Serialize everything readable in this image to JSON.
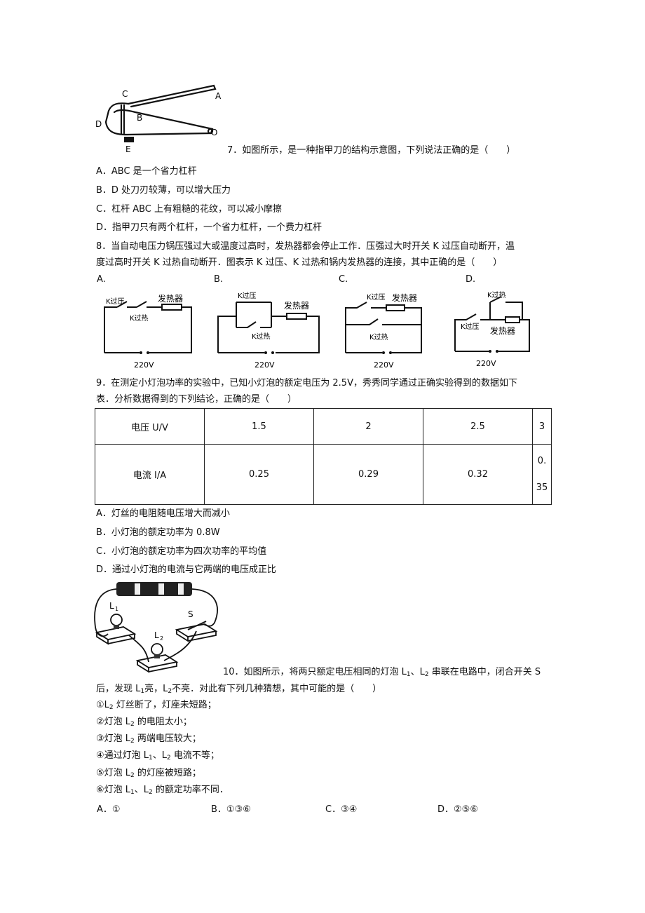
{
  "q7": {
    "figure_labels": {
      "a": "A",
      "b": "B",
      "c": "C",
      "d": "D",
      "e": "E",
      "o": "O"
    },
    "stem": "7．如图所示，是一种指甲刀的结构示意图，下列说法正确的是（　　）",
    "options": [
      "A．ABC 是一个省力杠杆",
      "B．D 处刀刃较薄，可以增大压力",
      "C．杠杆 ABC 上有粗糙的花纹，可以减小摩擦",
      "D．指甲刀只有两个杠杆，一个省力杠杆，一个费力杠杆"
    ]
  },
  "q8": {
    "stem_line1": "8．当自动电压力锅压强过大或温度过高时，发热器都会停止工作．压强过大时开关 K 过压自动断开，温",
    "stem_line2": "度过高时开关 K 过热自动断开．图表示 K 过压、K 过热和锅内发热器的连接，其中正确的是（　　）",
    "option_letters": [
      "A.",
      "B.",
      "C.",
      "D."
    ],
    "labels": {
      "kover_pressure": "K过压",
      "kover_heat": "K过热",
      "heater": "发热器",
      "voltage": "220V"
    }
  },
  "q9": {
    "stem_line1": "9．在测定小灯泡功率的实验中，已知小灯泡的额定电压为 2.5V，秀秀同学通过正确实验得到的数据如下",
    "stem_line2": "表．分析数据得到的下列结论，正确的是（　　）",
    "table": {
      "row1": {
        "header": "电压 U/V",
        "values": [
          "1.5",
          "2",
          "2.5",
          "3"
        ]
      },
      "row2": {
        "header": "电流 I/A",
        "values": [
          "0.25",
          "0.29",
          "0.32"
        ],
        "last_top": "0.",
        "last_bottom": "35"
      }
    },
    "options": [
      "A．灯丝的电阻随电压增大而减小",
      "B．小灯泡的额定功率为 0.8W",
      "C．小灯泡的额定功率为四次功率的平均值",
      "D．通过小灯泡的电流与它两端的电压成正比"
    ]
  },
  "q10": {
    "figure_labels": {
      "l1": "L",
      "l1_sub": "1",
      "l2": "L",
      "l2_sub": "2",
      "s": "S"
    },
    "stem_p1": "10．如图所示，将两只额定电压相同的灯泡 L",
    "stem_p2": "、L",
    "stem_p3": " 串联在电路中，闭合开关 S",
    "line2_p1": "后，发现 L",
    "line2_p2": "亮，L",
    "line2_p3": "不亮．对此有下列几种猜想，其中可能的是（　　）",
    "guess1": [
      "①L",
      "2",
      " 灯丝断了，灯座未短路；"
    ],
    "guess2": [
      "②灯泡 L",
      "2",
      " 的电阻太小；"
    ],
    "guess3": [
      "③灯泡 L",
      "2",
      " 两端电压较大；"
    ],
    "guess4": [
      "④通过灯泡 L",
      "1",
      "、L",
      "2",
      " 电流不等；"
    ],
    "guess5": [
      "⑤灯泡 L",
      "2",
      " 的灯座被短路；"
    ],
    "guess6": [
      "⑥灯泡 L",
      "1",
      "、L",
      "2",
      " 的额定功率不同．"
    ],
    "options": [
      "A．①",
      "B．①③⑥",
      "C．③④",
      "D．②⑤⑥"
    ],
    "sub1": "1",
    "sub2": "2"
  }
}
